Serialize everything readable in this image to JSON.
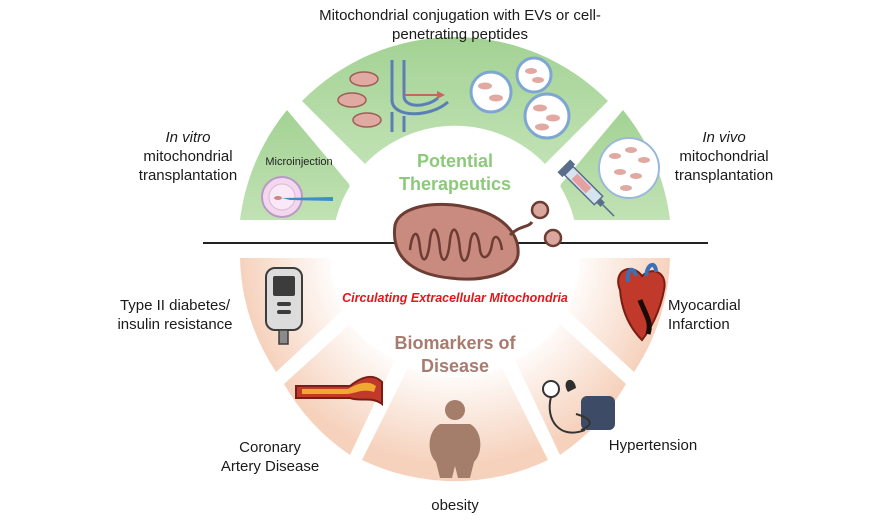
{
  "top_section": {
    "title_lines": [
      "Potential",
      "Therapeutics"
    ],
    "top_label_lines": [
      "Mitochondrial conjugation with EVs or cell-",
      "penetrating peptides"
    ],
    "left_label": {
      "italic": "In vitro",
      "lines": [
        "mitochondrial",
        "transplantation"
      ]
    },
    "right_label": {
      "italic": "In vivo",
      "lines": [
        "mitochondrial",
        "transplantation"
      ]
    },
    "microinjection": "Microinjection"
  },
  "center": {
    "subtitle": "Circulating Extracellular Mitochondria"
  },
  "bottom_section": {
    "title_lines": [
      "Biomarkers of",
      "Disease"
    ],
    "diabetes_lines": [
      "Type II diabetes/",
      "insulin resistance"
    ],
    "mi_lines": [
      "Myocardial",
      "Infarction"
    ],
    "cad_lines": [
      "Coronary",
      "Artery Disease"
    ],
    "hypertension": "Hypertension",
    "obesity": "obesity"
  },
  "colors": {
    "green_sector": "#a9d59a",
    "green_text": "#8cc97a",
    "brown_text": "#a97b6e",
    "red_text": "#e8141b",
    "mito_fill": "#c98a7f",
    "mito_stroke": "#6d3d34"
  }
}
